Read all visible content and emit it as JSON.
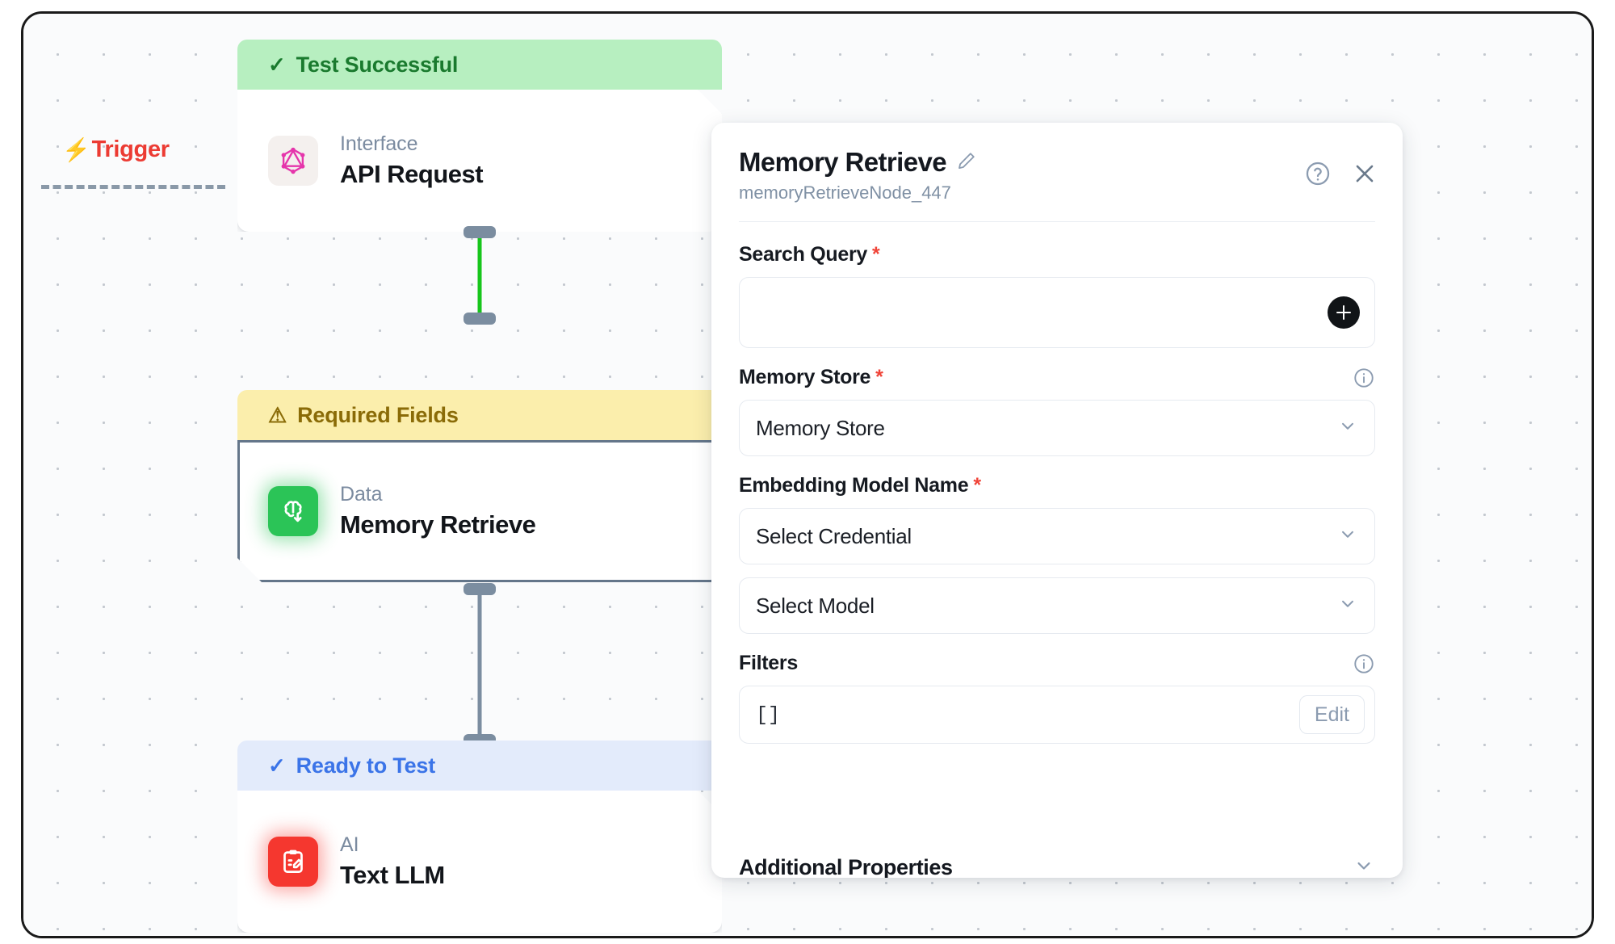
{
  "canvas": {
    "trigger": {
      "label": "Trigger",
      "icon": "lightning-bolt-icon",
      "color": "#ec3b33"
    }
  },
  "flow": {
    "nodes": [
      {
        "banner": {
          "text": "Test Successful",
          "icon": "check-icon",
          "state": "success"
        },
        "kind": "Interface",
        "title": "API Request",
        "icon": "graphql-icon"
      },
      {
        "banner": {
          "text": "Required Fields",
          "icon": "warning-triangle-icon",
          "state": "warning"
        },
        "kind": "Data",
        "title": "Memory Retrieve",
        "icon": "brain-download-icon",
        "selected": true
      },
      {
        "banner": {
          "text": "Ready to Test",
          "icon": "check-icon",
          "state": "info"
        },
        "kind": "AI",
        "title": "Text LLM",
        "icon": "clipboard-pencil-icon"
      }
    ],
    "connectors": [
      {
        "color": "#17c61b",
        "state": "active"
      },
      {
        "color": "#7b8da0",
        "state": "inactive"
      }
    ]
  },
  "panel": {
    "title": "Memory Retrieve",
    "subtitle": "memoryRetrieveNode_447",
    "edit_icon": "pencil-icon",
    "help_icon": "help-circle-icon",
    "close_icon": "close-icon",
    "fields": {
      "search_query": {
        "label": "Search Query",
        "required": true,
        "value": "",
        "add_icon": "plus-icon"
      },
      "memory_store": {
        "label": "Memory Store",
        "required": true,
        "info_icon": "info-icon",
        "value": "Memory Store"
      },
      "embedding_model_name": {
        "label": "Embedding Model Name",
        "required": true,
        "credential_value": "Select Credential",
        "model_value": "Select Model"
      },
      "filters": {
        "label": "Filters",
        "required": false,
        "info_icon": "info-icon",
        "value": "[]",
        "edit_label": "Edit"
      },
      "additional_properties": {
        "label": "Additional Properties",
        "chevron_icon": "chevron-down-icon"
      }
    }
  }
}
